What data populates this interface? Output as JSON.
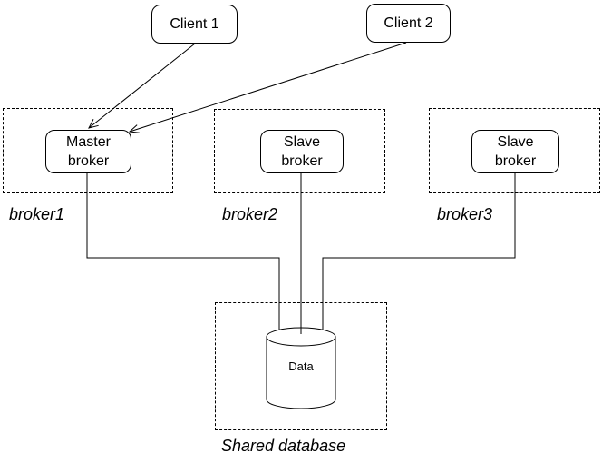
{
  "clients": [
    {
      "label": "Client 1"
    },
    {
      "label": "Client 2"
    }
  ],
  "broker_groups": [
    {
      "name": "broker1",
      "node_label": "Master broker",
      "node_role": "master"
    },
    {
      "name": "broker2",
      "node_label": "Slave broker",
      "node_role": "slave"
    },
    {
      "name": "broker3",
      "node_label": "Slave broker",
      "node_role": "slave"
    }
  ],
  "database": {
    "group_label": "Shared database",
    "cylinder_label": "Data"
  },
  "connections": [
    {
      "from": "Client 1",
      "to": "Master broker",
      "style": "arrow"
    },
    {
      "from": "Client 2",
      "to": "Master broker",
      "style": "arrow"
    },
    {
      "from": "Master broker",
      "to": "Data",
      "style": "line"
    },
    {
      "from": "Slave broker (broker2)",
      "to": "Data",
      "style": "line"
    },
    {
      "from": "Slave broker (broker3)",
      "to": "Data",
      "style": "line"
    }
  ],
  "colors": {
    "line": "#000000",
    "background": "#ffffff",
    "node_fill": "#ffffff",
    "text": "#000000"
  }
}
